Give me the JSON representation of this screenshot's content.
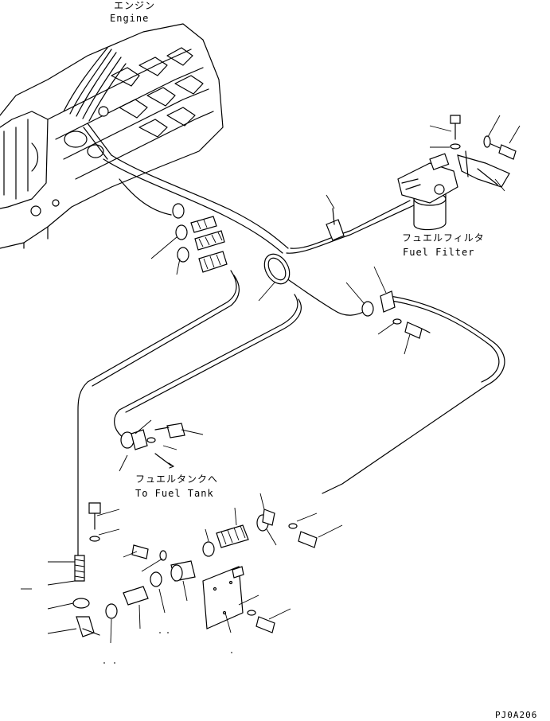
{
  "labels": {
    "engine_jp": "エンジン",
    "engine_en": "Engine",
    "filter_jp": "フュエルフィルタ",
    "filter_en": "Fuel Filter",
    "tank_jp": "フュエルタンクへ",
    "tank_en": "To Fuel Tank",
    "drawing_code": "PJ0A206"
  }
}
